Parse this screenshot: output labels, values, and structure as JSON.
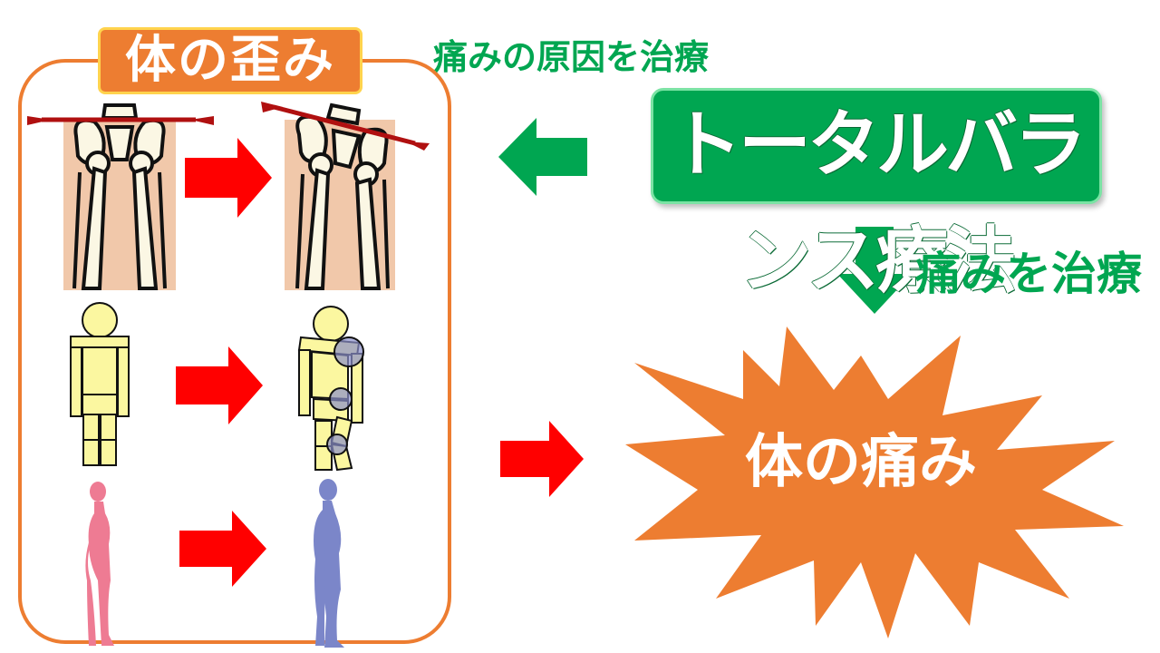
{
  "diagram": {
    "distortion_title": "体の歪み",
    "cause_treatment_label": "痛みの原因を治療",
    "therapy_name": "トータルバランス療法",
    "symptom_treatment_label": "痛みを治療",
    "pain_label": "体の痛み"
  },
  "colors": {
    "orange": "#ed7d31",
    "green": "#00a651",
    "red_arrow": "#ff0000",
    "bone": "#fbf7e4",
    "skin": "#f1c8aa",
    "yellow_body": "#fbf7a0",
    "pink_figure": "#ee7b93",
    "blue_figure": "#7b86c9"
  },
  "icons": [
    "pelvis-normal-icon",
    "pelvis-tilted-icon",
    "body-normal-icon",
    "body-distorted-icon",
    "person-pink-icon",
    "person-blue-icon"
  ]
}
